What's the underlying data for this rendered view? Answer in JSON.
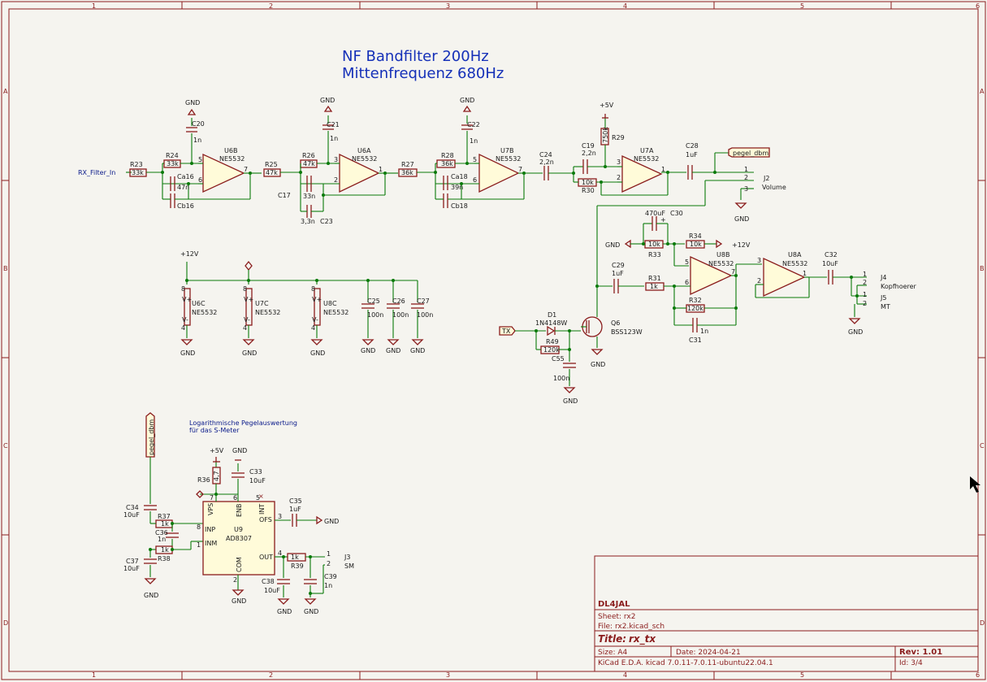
{
  "title": [
    "NF Bandfilter 200Hz",
    "Mittenfrequenz 680Hz"
  ],
  "note": [
    "Logarithmische Pegelauswertung",
    "für das S-Meter"
  ],
  "border": {
    "cols": [
      "1",
      "2",
      "3",
      "4",
      "5",
      "6"
    ],
    "rows": [
      "A",
      "B",
      "C",
      "D"
    ]
  },
  "titleblock": {
    "author": "DL4JAL",
    "sheet": "Sheet: rx2",
    "file": "File: rx2.kicad_sch",
    "title_label": "Title:",
    "title": "rx_tx",
    "size": "Size: A4",
    "date": "Date: 2024-04-21",
    "rev": "Rev: 1.01",
    "tool": "KiCad E.D.A.  kicad 7.0.11-7.0.11-ubuntu22.04.1",
    "id": "Id: 3/4"
  },
  "labels": {
    "rx_filter_in": "RX_Filter_In",
    "pegel_dbm": "pegel_dbm",
    "tx": "TX"
  },
  "parts": {
    "R23": "R23",
    "R23v": "33k",
    "R24": "R24",
    "R24v": "33k",
    "C20": "C20",
    "C20v": "1n",
    "Ca16": "Ca16",
    "Ca16v": "47n",
    "Cb16": "Cb16",
    "U6B": "U6B",
    "NE5532": "NE5532",
    "R25": "R25",
    "R25v": "47k",
    "R26": "R26",
    "R26v": "47k",
    "C21": "C21",
    "C21v": "1n",
    "C17": "C17",
    "C17v": "33n",
    "C23": "C23",
    "C23v": "3,3n",
    "U6A": "U6A",
    "R27": "R27",
    "R27v": "36k",
    "R28": "R28",
    "R28v": "36k",
    "C22": "C22",
    "C22v": "1n",
    "Ca18": "Ca18",
    "Ca18v": "39n",
    "Cb18": "Cb18",
    "U7B": "U7B",
    "C24": "C24",
    "C24v": "2,2n",
    "C19": "C19",
    "C19v": "2,2n",
    "R30": "R30",
    "R30v": "10k",
    "R29": "R29",
    "R29v": "750k",
    "U7A": "U7A",
    "C28": "C28",
    "C28v": "1uF",
    "J2": "J2",
    "volume": "Volume",
    "C30": "C30",
    "C30v": "470uF",
    "R33": "R33",
    "R33v": "10k",
    "R34": "R34",
    "R34v": "10k",
    "U8B": "U8B",
    "U8A": "U8A",
    "C29": "C29",
    "C29v": "1uF",
    "R31": "R31",
    "R31v": "1k",
    "R32": "R32",
    "R32v": "120k",
    "C31": "C31",
    "C31v": "1n",
    "C32": "C32",
    "C32v": "10uF",
    "J4": "J4",
    "kopfhoerer": "Kopfhoerer",
    "J5": "J5",
    "mt": "MT",
    "D1": "D1",
    "D1v": "1N4148W",
    "Q6": "Q6",
    "Q6v": "BSS123W",
    "R49": "R49",
    "R49v": "120k",
    "C55": "C55",
    "C55v": "100n",
    "U6C": "U6C",
    "U7C": "U7C",
    "U8C": "U8C",
    "C25": "C25",
    "C26": "C26",
    "C27": "C27",
    "c100n": "100n",
    "C33": "C33",
    "C33v": "10uF",
    "R36": "R36",
    "R36v": "4,7",
    "C35": "C35",
    "C35v": "1uF",
    "C34": "C34",
    "C34v": "10uF",
    "R37": "R37",
    "R37v": "1k",
    "C36": "C36",
    "C36v": "1n",
    "C37": "C37",
    "C37v": "10uF",
    "R38": "R38",
    "R38v": "1k",
    "U9": "U9",
    "U9v": "AD8307",
    "R39": "R39",
    "R39v": "1k",
    "C38": "C38",
    "C38v": "10uF",
    "C39": "C39",
    "C39v": "1n",
    "J3": "J3",
    "sm": "SM"
  },
  "pins": {
    "vps": "VPS",
    "enb": "ENB",
    "int": "INT",
    "inp": "INP",
    "inm": "INM",
    "ofs": "OFS",
    "out": "OUT",
    "com": "COM",
    "vplus": "V+",
    "vminus": "V-"
  },
  "power": {
    "gnd": "GND",
    "p5v": "+5V",
    "p12v": "+12V"
  },
  "pinnums": {
    "n1": "1",
    "n2": "2",
    "n3": "3",
    "n4": "4",
    "n5": "5",
    "n6": "6",
    "n7": "7",
    "n8": "8"
  }
}
